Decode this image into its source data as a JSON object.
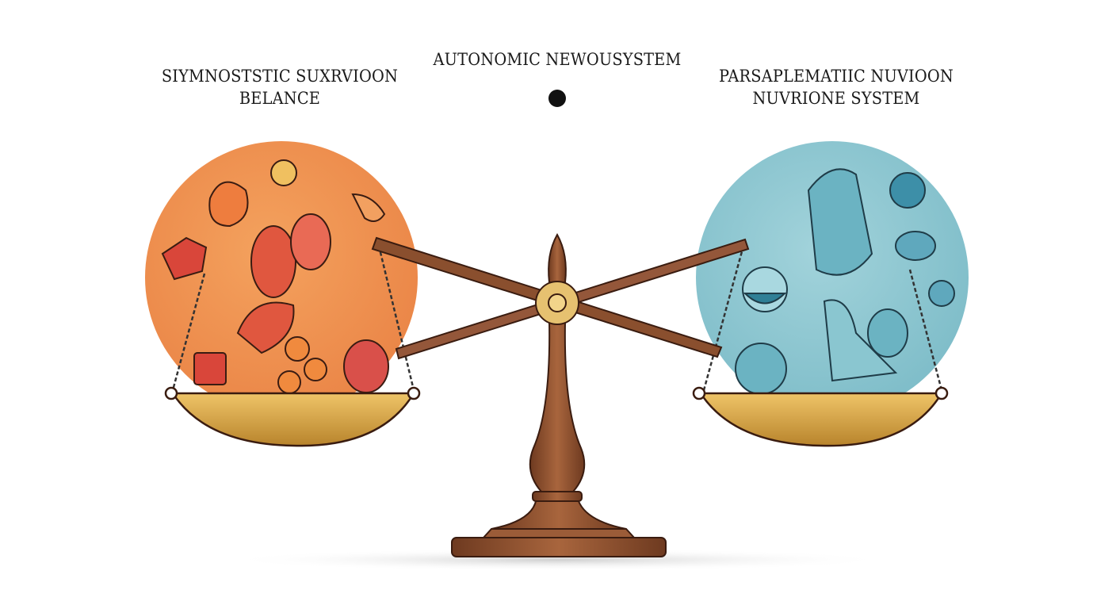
{
  "title": "AUTONOMIC NEWOUSYSTEM",
  "left_label": {
    "line1": "SIYMNOSTSTIC SUXRVIOON",
    "line2": "BELANCE"
  },
  "right_label": {
    "line1": "PARSAPLEMATIIC NUVIOON",
    "line2": "NUVRIONE SYSTEM"
  },
  "colors": {
    "left_circle": "#ee9350",
    "right_circle": "#8ac6d0",
    "wood": "#8a4f2e",
    "pan": "#e8b85a",
    "pivot": "#e6c170"
  }
}
